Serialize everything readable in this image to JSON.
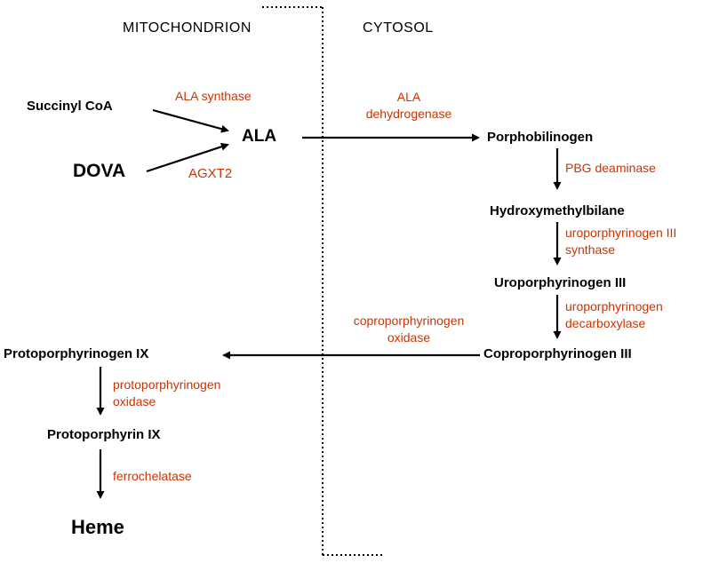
{
  "compartments": {
    "mitochondrion": "MITOCHONDRION",
    "cytosol": "CYTOSOL"
  },
  "metabolites": {
    "succinyl_coa": "Succinyl CoA",
    "dova": "DOVA",
    "ala": "ALA",
    "porphobilinogen": "Porphobilinogen",
    "hydroxymethylbilane": "Hydroxymethylbilane",
    "uroporphyrinogen_iii": "Uroporphyrinogen III",
    "coproporphyrinogen_iii": "Coproporphyrinogen III",
    "protoporphyrinogen_ix": "Protoporphyrinogen IX",
    "protoporphyrin_ix": "Protoporphyrin IX",
    "heme": "Heme"
  },
  "enzymes": {
    "ala_synthase": "ALA synthase",
    "agxt2": "AGXT2",
    "ala_dehydrogenase": "ALA dehydrogenase",
    "pbg_deaminase": "PBG deaminase",
    "uroporphyrinogen_iii_synthase": "uroporphyrinogen III synthase",
    "uroporphyrinogen_decarboxylase": "uroporphyrinogen decarboxylase",
    "coproporphyrinogen_oxidase": "coproporphyrinogen oxidase",
    "protoporphyrinogen_oxidase": "protoporphyrinogen oxidase",
    "ferrochelatase": "ferrochelatase"
  },
  "colors": {
    "metabolite_text": "#000000",
    "enzyme_text": "#cc3300",
    "arrow": "#000000",
    "boundary": "#000000",
    "background": "#ffffff"
  }
}
